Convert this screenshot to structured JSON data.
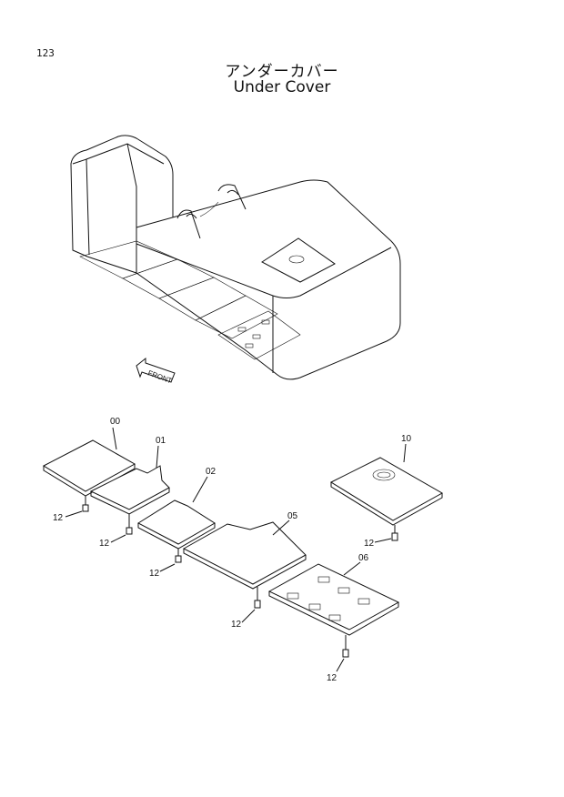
{
  "header": {
    "page_number": "123",
    "title_jp": "アンダーカバー",
    "title_en": "Under Cover"
  },
  "drawing": {
    "front_marker": "FRONT",
    "callouts": [
      {
        "id": "p00",
        "label": "00"
      },
      {
        "id": "p01",
        "label": "01"
      },
      {
        "id": "p02",
        "label": "02"
      },
      {
        "id": "p05",
        "label": "05"
      },
      {
        "id": "p06",
        "label": "06"
      },
      {
        "id": "p10",
        "label": "10"
      },
      {
        "id": "b1",
        "label": "12"
      },
      {
        "id": "b2",
        "label": "12"
      },
      {
        "id": "b3",
        "label": "12"
      },
      {
        "id": "b4",
        "label": "12"
      },
      {
        "id": "b5",
        "label": "12"
      },
      {
        "id": "b6",
        "label": "12"
      }
    ]
  }
}
